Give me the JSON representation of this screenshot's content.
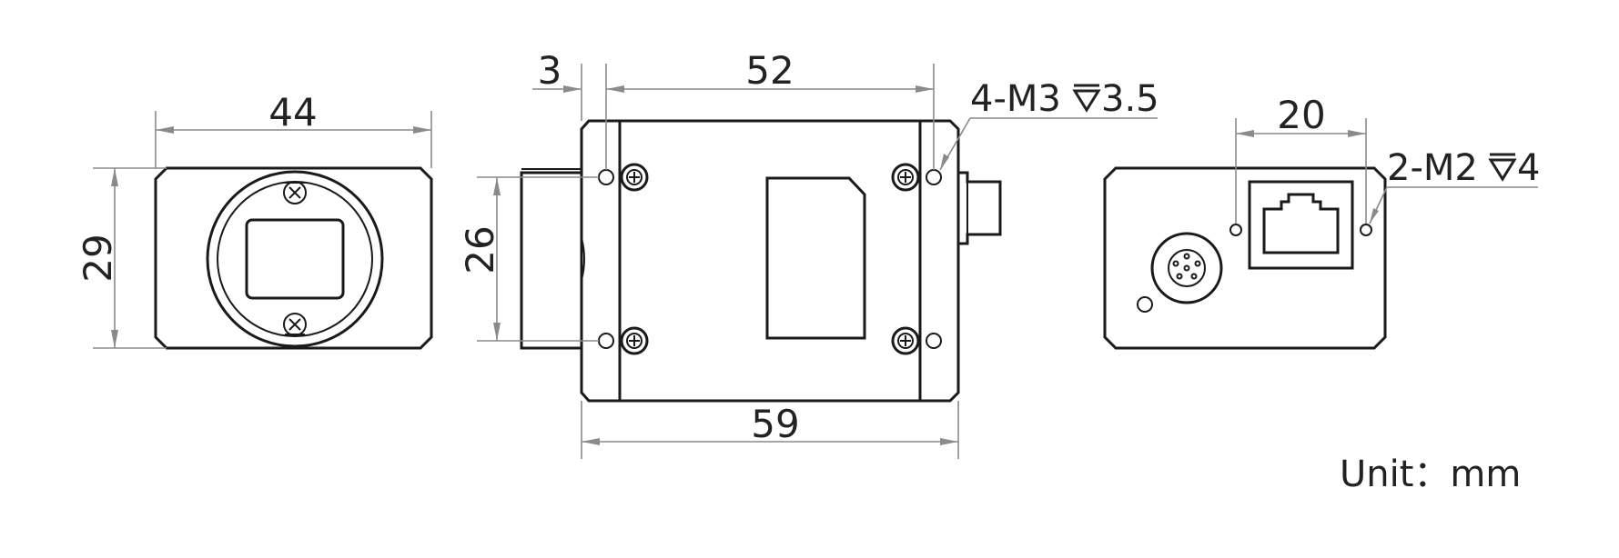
{
  "dimensions": {
    "front_width": "44",
    "front_height": "29",
    "top_offset": "3",
    "top_hole_spacing": "52",
    "top_hole_vertical": "26",
    "top_length": "59",
    "thread_top": "4-M3",
    "thread_top_depth": "3.5",
    "rear_hole_spacing": "20",
    "thread_rear": "2-M2",
    "thread_rear_depth": "4"
  },
  "unit_label": "Unit：mm",
  "colors": {
    "outline": "#1a1a1a",
    "dimension": "#8a8a8a",
    "text": "#222222"
  },
  "icons": {
    "depth_symbol": "depth-down-arrow-icon"
  }
}
